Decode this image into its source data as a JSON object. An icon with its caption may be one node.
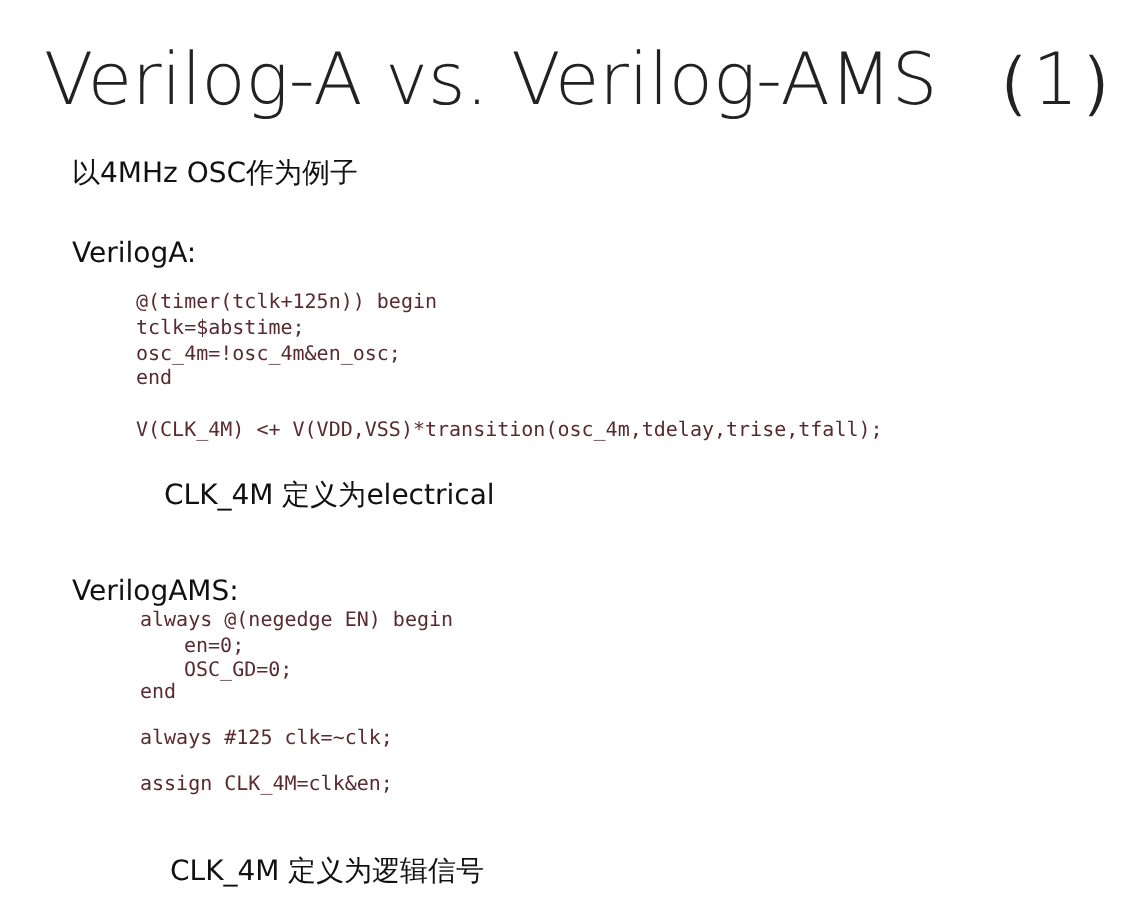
{
  "diagram": {
    "title": "Verilog-A vs. Verilog-AMS （1）",
    "labels": [
      "以4MHz OSC作为例子",
      "VerilogA:",
      "@(timer(tclk+125n)) begin",
      "tclk=$abstime;",
      "osc_4m=!osc_4m&en_osc;",
      "end",
      "V(CLK_4M) <+ V(VDD,VSS)*transition(osc_4m,tdelay,trise,tfall);",
      "CLK_4M 定义为electrical",
      "VerilogAMS:",
      "always @(negedge EN) begin",
      "en=0;",
      "OSC_GD=0;",
      "end",
      "always #125 clk=~clk;",
      "assign CLK_4M=clk&en;",
      "CLK_4M 定义为逻辑信号"
    ]
  }
}
